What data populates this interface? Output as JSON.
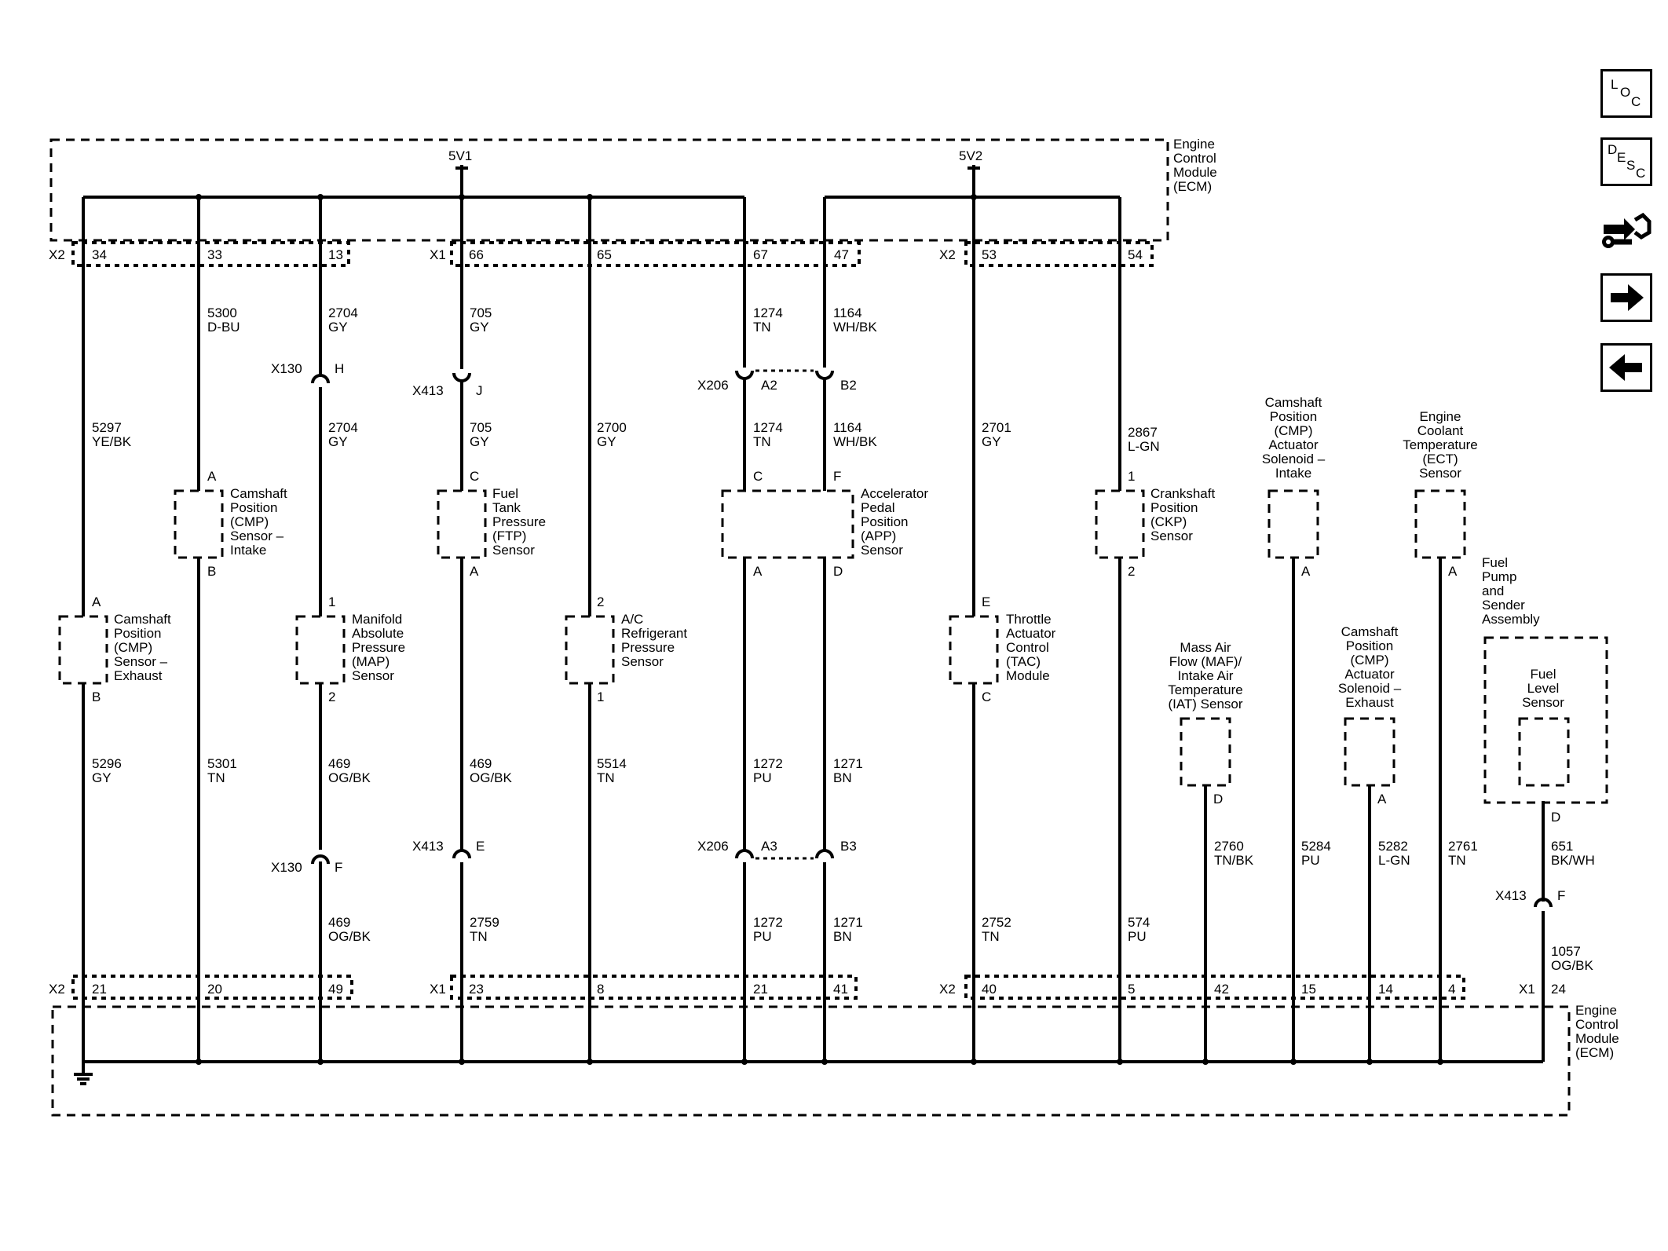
{
  "nav": {
    "loc": {
      "l1": "L",
      "l2": "O",
      "l3": "C"
    },
    "desc": {
      "l1": "D",
      "l2": "E",
      "l3": "S",
      "l4": "C"
    }
  },
  "ecm": {
    "top_label": [
      "Engine",
      "Control",
      "Module",
      "(ECM)"
    ],
    "bottom_label": [
      "Engine",
      "Control",
      "Module",
      "(ECM)"
    ],
    "supply_5v1": "5V1",
    "supply_5v2": "5V2"
  },
  "top_connectors": {
    "x2a": "X2",
    "x1": "X1",
    "x2b": "X2"
  },
  "bottom_connectors": {
    "x2a": "X2",
    "x1a": "X1",
    "x2b": "X2",
    "x1b": "X1"
  },
  "top_pins": [
    "34",
    "33",
    "13",
    "66",
    "65",
    "67",
    "47",
    "53",
    "54"
  ],
  "bottom_pins": [
    "21",
    "20",
    "49",
    "23",
    "8",
    "21",
    "41",
    "40",
    "5",
    "42",
    "15",
    "14",
    "4",
    "24"
  ],
  "wires": {
    "w1": [
      "5297",
      "YE/BK"
    ],
    "w2": [
      "5296",
      "GY"
    ],
    "w3": [
      "5300",
      "D-BU"
    ],
    "w4": [
      "5301",
      "TN"
    ],
    "w5": [
      "2704",
      "GY"
    ],
    "w6": [
      "2704",
      "GY"
    ],
    "w7": [
      "469",
      "OG/BK"
    ],
    "w8": [
      "469",
      "OG/BK"
    ],
    "w9": [
      "705",
      "GY"
    ],
    "w10": [
      "705",
      "GY"
    ],
    "w11": [
      "469",
      "OG/BK"
    ],
    "w12": [
      "2759",
      "TN"
    ],
    "w13": [
      "2700",
      "GY"
    ],
    "w14": [
      "5514",
      "TN"
    ],
    "w15": [
      "1274",
      "TN"
    ],
    "w16": [
      "1274",
      "TN"
    ],
    "w17": [
      "1272",
      "PU"
    ],
    "w18": [
      "1272",
      "PU"
    ],
    "w19": [
      "1164",
      "WH/BK"
    ],
    "w20": [
      "1164",
      "WH/BK"
    ],
    "w21": [
      "1271",
      "BN"
    ],
    "w22": [
      "1271",
      "BN"
    ],
    "w23": [
      "2701",
      "GY"
    ],
    "w24": [
      "2752",
      "TN"
    ],
    "w25": [
      "2867",
      "L-GN"
    ],
    "w26": [
      "574",
      "PU"
    ],
    "w27": [
      "2760",
      "TN/BK"
    ],
    "w28": [
      "5284",
      "PU"
    ],
    "w29": [
      "5282",
      "L-GN"
    ],
    "w30": [
      "2761",
      "TN"
    ],
    "w31": [
      "651",
      "BK/WH"
    ],
    "w32": [
      "1057",
      "OG/BK"
    ]
  },
  "inline": {
    "x130a": "X130",
    "x130a_pin": "H",
    "x130b": "X130",
    "x130b_pin": "F",
    "x413a": "X413",
    "x413a_pin": "J",
    "x413b": "X413",
    "x413b_pin": "E",
    "x206a": "X206",
    "x206a_p1": "A2",
    "x206a_p2": "B2",
    "x206b": "X206",
    "x206b_p1": "A3",
    "x206b_p2": "B3",
    "x413c": "X413",
    "x413c_pin": "F"
  },
  "components": {
    "cmp_exhaust": {
      "label": [
        "Camshaft",
        "Position",
        "(CMP)",
        "Sensor –",
        "Exhaust"
      ],
      "pin_top": "A",
      "pin_bot": "B"
    },
    "cmp_intake": {
      "label": [
        "Camshaft",
        "Position",
        "(CMP)",
        "Sensor –",
        "Intake"
      ],
      "pin_top": "A",
      "pin_bot": "B"
    },
    "map": {
      "label": [
        "Manifold",
        "Absolute",
        "Pressure",
        "(MAP)",
        "Sensor"
      ],
      "pin_top": "1",
      "pin_bot": "2"
    },
    "ftp": {
      "label": [
        "Fuel",
        "Tank",
        "Pressure",
        "(FTP)",
        "Sensor"
      ],
      "pin_top": "C",
      "pin_bot": "A"
    },
    "ac": {
      "label": [
        "A/C",
        "Refrigerant",
        "Pressure",
        "Sensor"
      ],
      "pin_top": "2",
      "pin_bot": "1"
    },
    "app": {
      "label": [
        "Accelerator",
        "Pedal",
        "Position",
        "(APP)",
        "Sensor"
      ],
      "pin_c": "C",
      "pin_f": "F",
      "pin_a": "A",
      "pin_d": "D"
    },
    "tac": {
      "label": [
        "Throttle",
        "Actuator",
        "Control",
        "(TAC)",
        "Module"
      ],
      "pin_top": "E",
      "pin_bot": "C"
    },
    "ckp": {
      "label": [
        "Crankshaft",
        "Position",
        "(CKP)",
        "Sensor"
      ],
      "pin_top": "1",
      "pin_bot": "2"
    },
    "maf": {
      "label": [
        "Mass Air",
        "Flow (MAF)/",
        "Intake Air",
        "Temperature",
        "(IAT) Sensor"
      ],
      "pin": "D"
    },
    "cmp_sol_intake": {
      "label": [
        "Camshaft",
        "Position",
        "(CMP)",
        "Actuator",
        "Solenoid –",
        "Intake"
      ],
      "pin": "A"
    },
    "cmp_sol_exhaust": {
      "label": [
        "Camshaft",
        "Position",
        "(CMP)",
        "Actuator",
        "Solenoid –",
        "Exhaust"
      ],
      "pin": "A"
    },
    "ect": {
      "label": [
        "Engine",
        "Coolant",
        "Temperature",
        "(ECT)",
        "Sensor"
      ],
      "pin": "A"
    },
    "fuel_pump": {
      "label": [
        "Fuel",
        "Pump",
        "and",
        "Sender",
        "Assembly"
      ]
    },
    "fuel_level": {
      "label": [
        "Fuel",
        "Level",
        "Sensor"
      ],
      "pin": "D"
    }
  }
}
